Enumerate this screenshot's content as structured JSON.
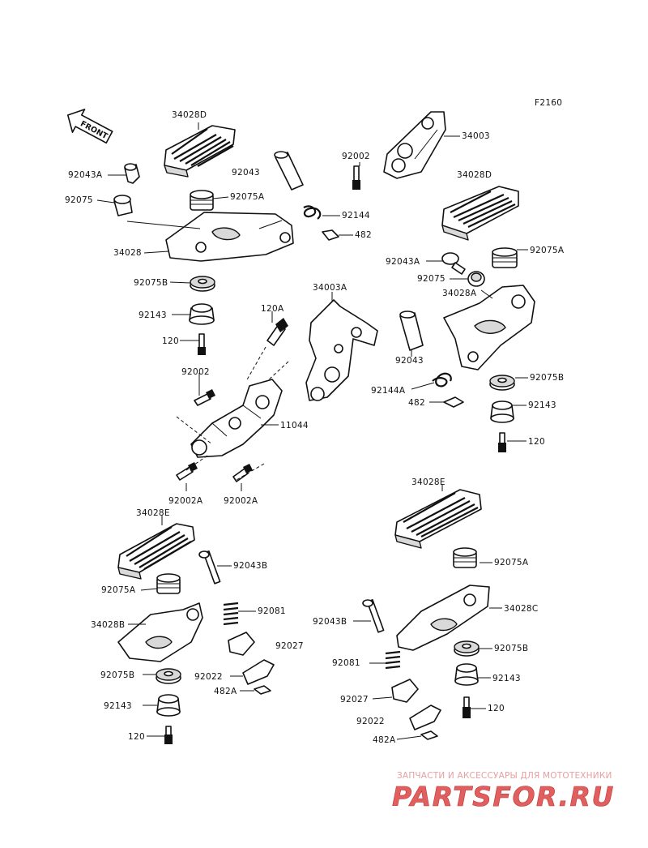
{
  "figure_code": "F2160",
  "front_badge": "FRONT",
  "labels": {
    "l_34028D_a": "34028D",
    "l_92043A_a": "92043A",
    "l_92075_a": "92075",
    "l_92043_a": "92043",
    "l_92075A_a": "92075A",
    "l_92002_a": "92002",
    "l_34003": "34003",
    "l_34028D_b": "34028D",
    "l_92144": "92144",
    "l_482_a": "482",
    "l_34028": "34028",
    "l_92043A_b": "92043A",
    "l_92075A_b": "92075A",
    "l_92075_b": "92075",
    "l_34028A": "34028A",
    "l_92075B_a": "92075B",
    "l_34003A": "34003A",
    "l_120A": "120A",
    "l_92143_a": "92143",
    "l_120_a": "120",
    "l_92043_b": "92043",
    "l_92002_b": "92002",
    "l_92144A": "92144A",
    "l_92075B_b": "92075B",
    "l_482_b": "482",
    "l_92143_b": "92143",
    "l_11044": "11044",
    "l_120_b": "120",
    "l_92002A_a": "92002A",
    "l_92002A_b": "92002A",
    "l_34028E_a": "34028E",
    "l_34028E_b": "34028E",
    "l_92043B_a": "92043B",
    "l_92075A_c": "92075A",
    "l_92075A_d": "92075A",
    "l_92081_a": "92081",
    "l_34028B": "34028B",
    "l_92043B_b": "92043B",
    "l_34028C": "34028C",
    "l_92027_a": "92027",
    "l_92075B_c": "92075B",
    "l_92075B_d": "92075B",
    "l_92022_a": "92022",
    "l_92081_b": "92081",
    "l_482A_a": "482A",
    "l_92143_c": "92143",
    "l_92143_d": "92143",
    "l_92027_b": "92027",
    "l_120_c": "120",
    "l_120_d": "120",
    "l_92022_b": "92022",
    "l_482A_b": "482A"
  },
  "watermark": {
    "tagline": "ЗАПЧАСТИ И АКСЕССУАРЫ ДЛЯ МОТОТЕХНИКИ",
    "logo_text": "PARTSFOR.RU",
    "color": "#e06060"
  }
}
